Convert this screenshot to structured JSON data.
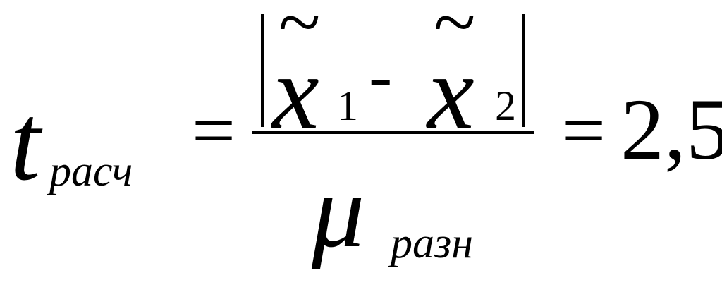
{
  "formula": {
    "lhs_symbol": "t",
    "lhs_subscript": "расч",
    "equals": "=",
    "numerator": {
      "var1": "x",
      "sub1": "1",
      "operator": "-",
      "var2": "x",
      "sub2": "2",
      "tilde": "~"
    },
    "denominator": {
      "symbol": "μ",
      "subscript": "разн"
    },
    "result": "2,5"
  }
}
